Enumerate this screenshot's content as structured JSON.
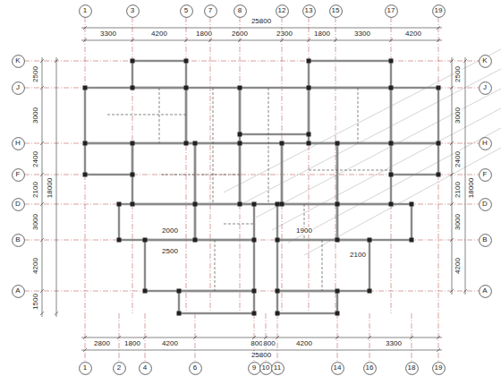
{
  "diagram": {
    "nodes": [
      {
        "text": [
          "1"
        ]
      },
      {
        "text": [
          "3"
        ]
      },
      {
        "text": [
          "5"
        ]
      },
      {
        "text": [
          "7"
        ]
      },
      {
        "text": [
          "8"
        ]
      },
      {
        "text": [
          "12"
        ]
      },
      {
        "text": [
          "13"
        ]
      },
      {
        "text": [
          "15"
        ]
      },
      {
        "text": [
          "17"
        ]
      },
      {
        "text": [
          "19"
        ]
      },
      {
        "text": [
          "K"
        ]
      },
      {
        "text": [
          "J"
        ]
      },
      {
        "text": [
          "H"
        ]
      },
      {
        "text": [
          "F"
        ]
      },
      {
        "text": [
          "D"
        ]
      },
      {
        "text": [
          "B"
        ]
      },
      {
        "text": [
          "A"
        ]
      },
      {
        "text": [
          "K"
        ]
      },
      {
        "text": [
          "J"
        ]
      },
      {
        "text": [
          "H"
        ]
      },
      {
        "text": [
          "F"
        ]
      },
      {
        "text": [
          "D"
        ]
      },
      {
        "text": [
          "B"
        ]
      },
      {
        "text": [
          "A"
        ]
      },
      {
        "text": [
          "1"
        ]
      },
      {
        "text": [
          "2"
        ]
      },
      {
        "text": [
          "4"
        ]
      },
      {
        "text": [
          "6"
        ]
      },
      {
        "text": [
          "9"
        ]
      },
      {
        "text": [
          "10"
        ]
      },
      {
        "text": [
          "11"
        ]
      },
      {
        "text": [
          "14"
        ]
      },
      {
        "text": [
          "16"
        ]
      },
      {
        "text": [
          "18"
        ]
      },
      {
        "text": [
          "19"
        ]
      }
    ],
    "labels": [
      "25800",
      "3300",
      "4200",
      "1800",
      "2600",
      "2300",
      "1800",
      "3300",
      "4200",
      "25800",
      "2800",
      "1800",
      "4200",
      "800",
      "800",
      "4200",
      "3300",
      "18000",
      "2500",
      "3000",
      "2400",
      "2100",
      "3000",
      "4200",
      "1500",
      "18000",
      "2500",
      "3000",
      "2400",
      "2100",
      "3000",
      "4200",
      "2000",
      "1900",
      "2500",
      "2100"
    ]
  }
}
